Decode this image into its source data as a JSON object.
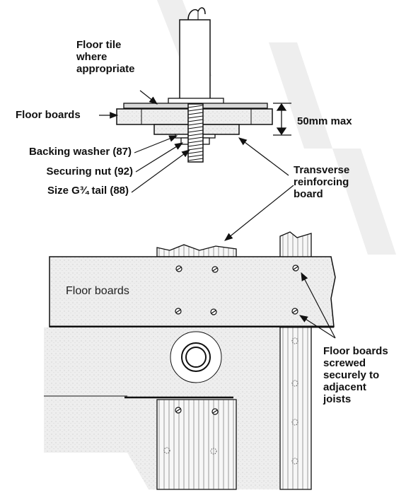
{
  "labels": {
    "floor_tile": "Floor tile\nwhere\nappropriate",
    "floor_boards_section": "Floor boards",
    "dimension": "50mm max",
    "backing_washer": "Backing washer (87)",
    "securing_nut": "Securing nut (92)",
    "tail": "Size G¾ tail (88)",
    "transverse_board": "Transverse\nreinforcing\nboard",
    "floor_boards_plan": "Floor boards",
    "screwed_note": "Floor boards\nscrewed\nsecurely to\nadjacent\njoists"
  },
  "colors": {
    "line": "#111111",
    "board_fill": "#ececec",
    "tile_fill": "#d9d9d9",
    "joist_fill": "#f7f7f7",
    "joist_stripe": "#9a9a9a",
    "watermark": "#eeeeee"
  }
}
